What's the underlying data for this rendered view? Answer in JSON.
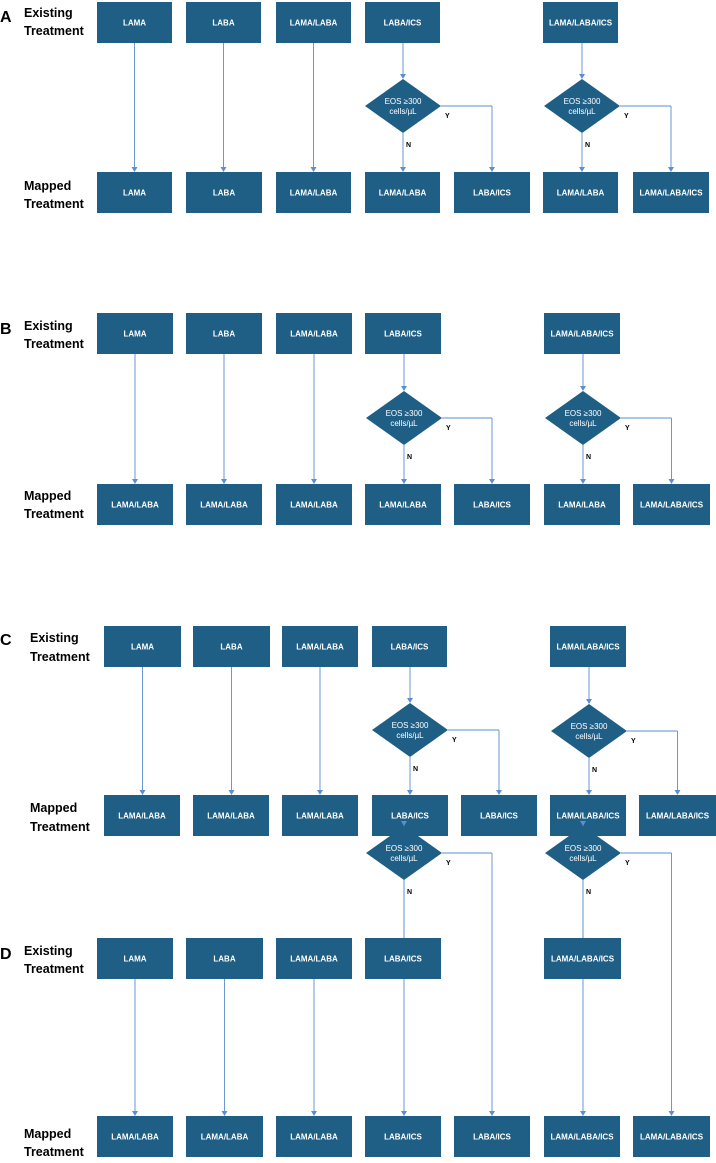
{
  "labels": {
    "existing_line1": "Existing",
    "existing_line2": "Treatment",
    "mapped_line1": "Mapped",
    "mapped_line2": "Treatment",
    "decision_line1": "EOS ≥300",
    "decision_line2": "cells/µL",
    "yes": "Y",
    "no": "N"
  },
  "colors": {
    "box": "#1f5f86",
    "connector": "#5b8fcf",
    "text_on_box": "#ffffff"
  },
  "panels": [
    {
      "letter": "A",
      "existing": [
        "LAMA",
        "LABA",
        "LAMA/LABA",
        "LABA/ICS",
        "LAMA/LABA/ICS"
      ],
      "mapped": [
        "LAMA",
        "LABA",
        "LAMA/LABA",
        "LAMA/LABA",
        "LABA/ICS",
        "LAMA/LABA",
        "LAMA/LABA/ICS"
      ]
    },
    {
      "letter": "B",
      "existing": [
        "LAMA",
        "LABA",
        "LAMA/LABA",
        "LABA/ICS",
        "LAMA/LABA/ICS"
      ],
      "mapped": [
        "LAMA/LABA",
        "LAMA/LABA",
        "LAMA/LABA",
        "LAMA/LABA",
        "LABA/ICS",
        "LAMA/LABA",
        "LAMA/LABA/ICS"
      ]
    },
    {
      "letter": "C",
      "existing": [
        "LAMA",
        "LABA",
        "LAMA/LABA",
        "LABA/ICS",
        "LAMA/LABA/ICS"
      ],
      "mapped": [
        "LAMA/LABA",
        "LAMA/LABA",
        "LAMA/LABA",
        "LABA/ICS",
        "LABA/ICS",
        "LAMA/LABA/ICS",
        "LAMA/LABA/ICS"
      ]
    },
    {
      "letter": "D",
      "existing": [
        "LAMA",
        "LABA",
        "LAMA/LABA",
        "LABA/ICS",
        "LAMA/LABA/ICS"
      ],
      "mapped": [
        "LAMA/LABA",
        "LAMA/LABA",
        "LAMA/LABA",
        "LABA/ICS",
        "LABA/ICS",
        "LAMA/LABA/ICS",
        "LAMA/LABA/ICS"
      ]
    }
  ]
}
